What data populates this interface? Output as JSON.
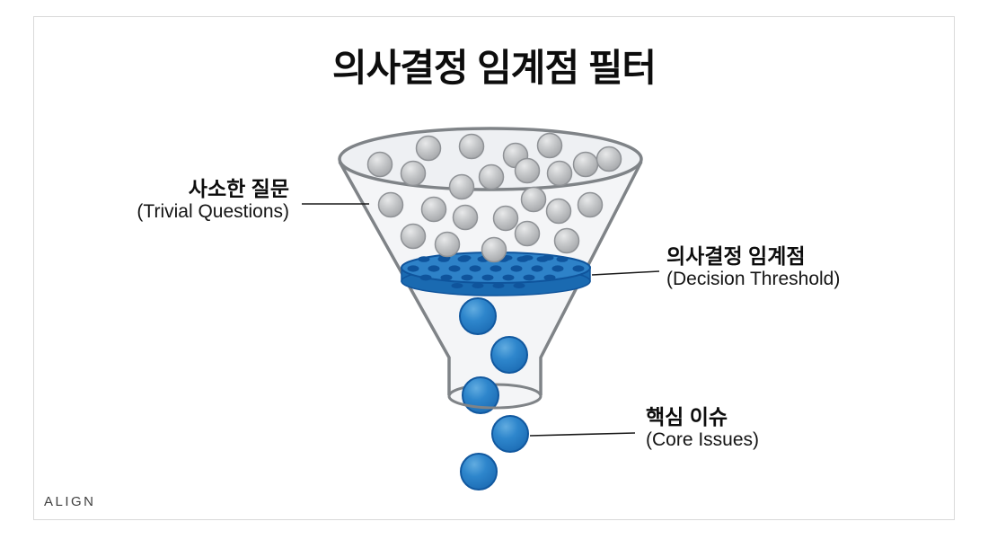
{
  "title": "의사결정 임계점 필터",
  "labels": {
    "trivial": {
      "ko": "사소한 질문",
      "en": "(Trivial Questions)"
    },
    "threshold": {
      "ko": "의사결정 임계점",
      "en": "(Decision Threshold)"
    },
    "core": {
      "ko": "핵심 이슈",
      "en": "(Core Issues)"
    }
  },
  "footer": {
    "brand": "ALIGN"
  },
  "diagram": {
    "type": "funnel-filter",
    "trivial_ball_count": 24,
    "core_ball_count": 5
  },
  "colors": {
    "background": "#ffffff",
    "border_gray": "#d9d9d9",
    "text_color": "#111111",
    "accent_blue": "#2e82c8",
    "dark_blue": "#0f549c",
    "disk_side_blue": "#1a6ab1",
    "funnel_outline": "#7f8387",
    "gray_ball": "#b5b7b9",
    "leader_line": "#1a1a1a"
  }
}
